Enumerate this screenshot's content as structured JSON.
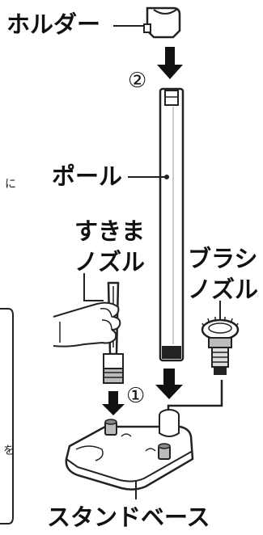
{
  "labels": {
    "holder": "ホルダー",
    "step2": "②",
    "pole": "ポール",
    "crevice_line1": "すきま",
    "crevice_line2": "ノズル",
    "brush_line1": "ブラシ",
    "brush_line2": "ノズル",
    "step1": "①",
    "base": "スタンドベース",
    "cut_left": "に",
    "cut_right": "を"
  }
}
